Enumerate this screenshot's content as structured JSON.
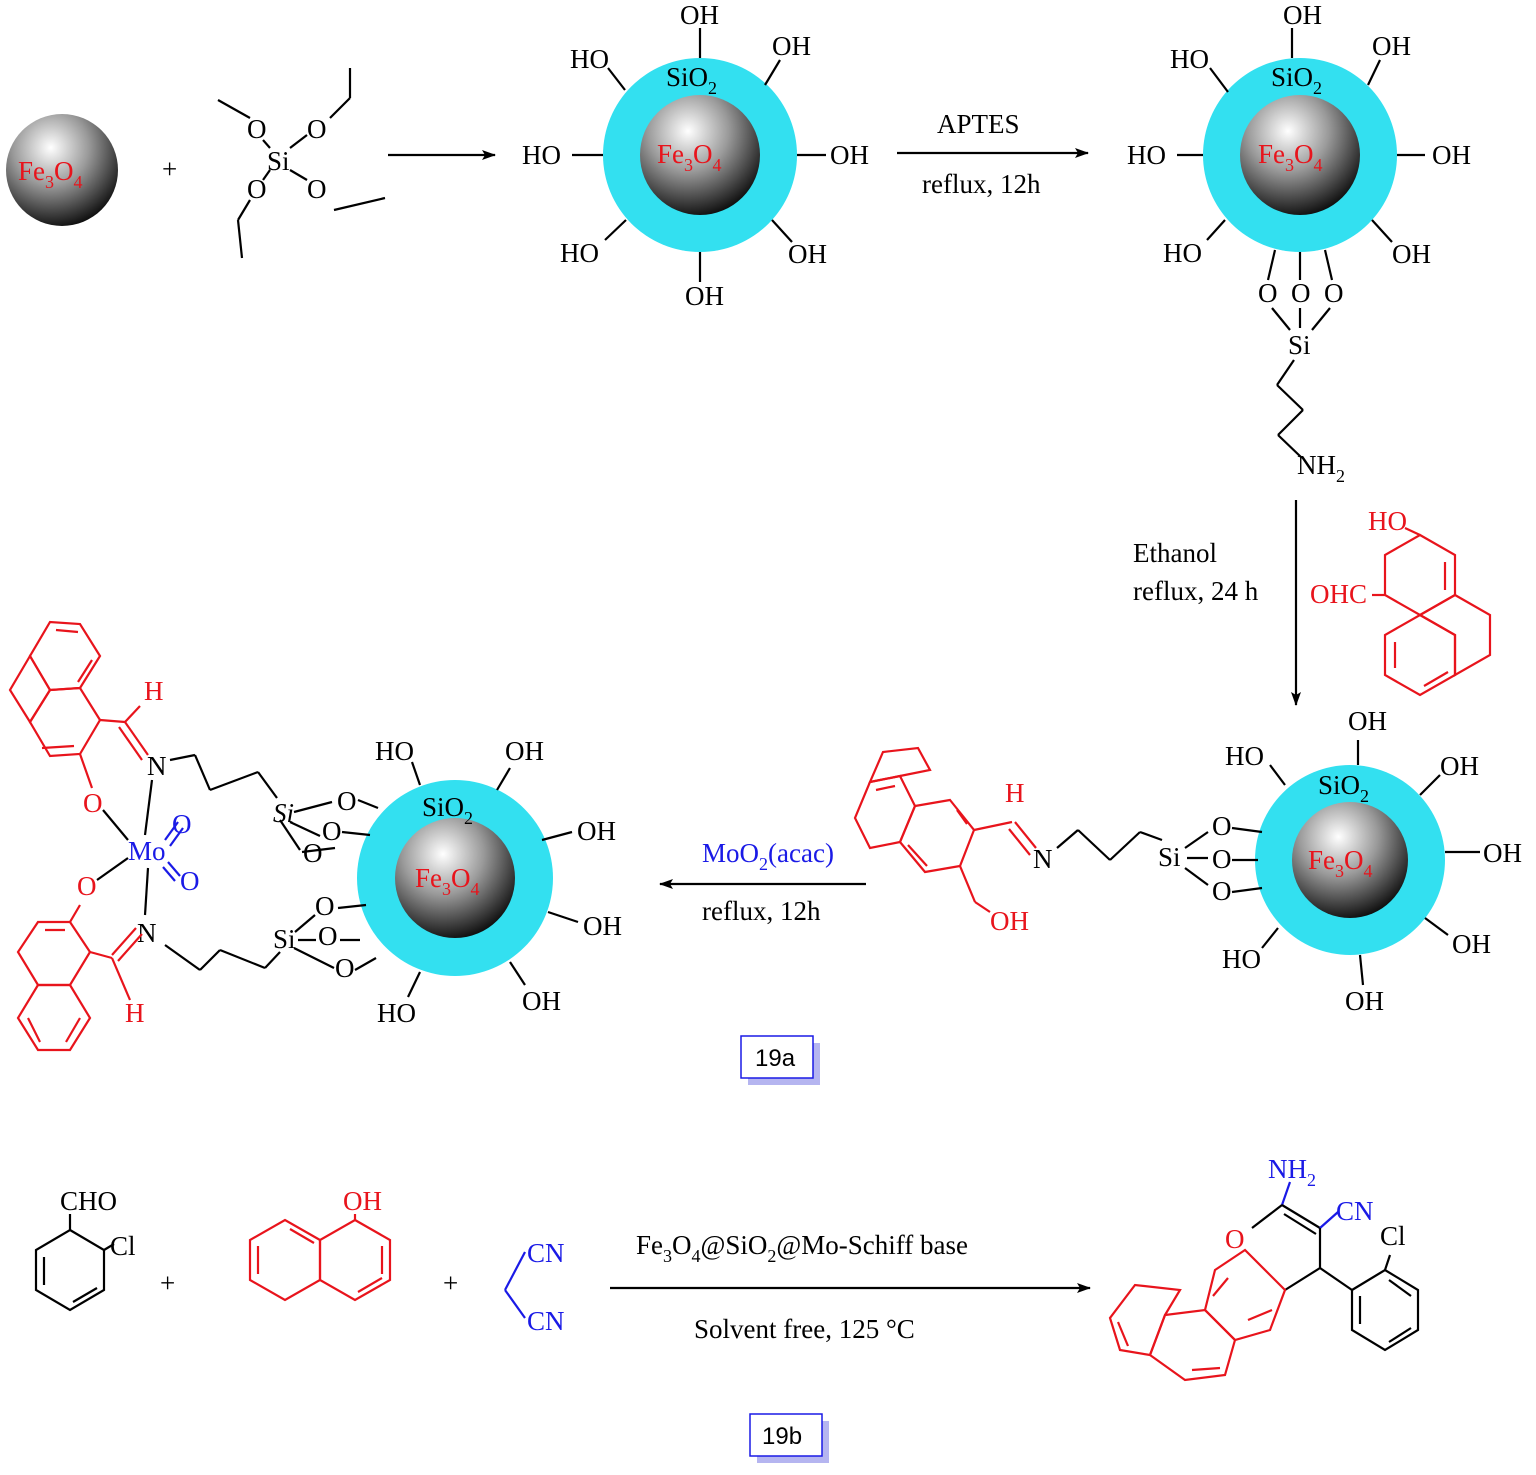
{
  "colors": {
    "red": "#e8141c",
    "blue": "#1a1ae6",
    "shell": "#33e0f0",
    "box_shadow": "#b5b5f0"
  },
  "core": {
    "label": "Fe",
    "sub1": "3",
    "mid": "O",
    "sub2": "4"
  },
  "shell": {
    "label": "SiO",
    "sub": "2"
  },
  "reagents": {
    "plus": "+",
    "teos_si": "Si",
    "teos_o": "O",
    "OH": "OH",
    "HO": "HO",
    "O": "O",
    "Si": "Si",
    "NH2": "NH",
    "NH2_sub": "2",
    "N": "N",
    "H": "H",
    "OHC": "OHC",
    "Mo": "Mo",
    "CHO": "CHO",
    "Cl": "Cl",
    "CN": "CN"
  },
  "steps": {
    "step2_top": "APTES",
    "step2_bottom": "reflux, 12h",
    "step3_top": "Ethanol",
    "step3_bottom": "reflux, 24 h",
    "step4_top": "MoO",
    "step4_top_sub": "2",
    "step4_top_tail": "(acac)",
    "step4_bottom": "reflux, 12h",
    "step5_top": "Fe",
    "step5_top_s1": "3",
    "step5_top_o": "O",
    "step5_top_s2": "4",
    "step5_top_at": "@SiO",
    "step5_top_s3": "2",
    "step5_top_tail": "@Mo-Schiff base",
    "step5_bottom": "Solvent free, 125 °C"
  },
  "compound_labels": {
    "a": "19a",
    "b": "19b"
  }
}
